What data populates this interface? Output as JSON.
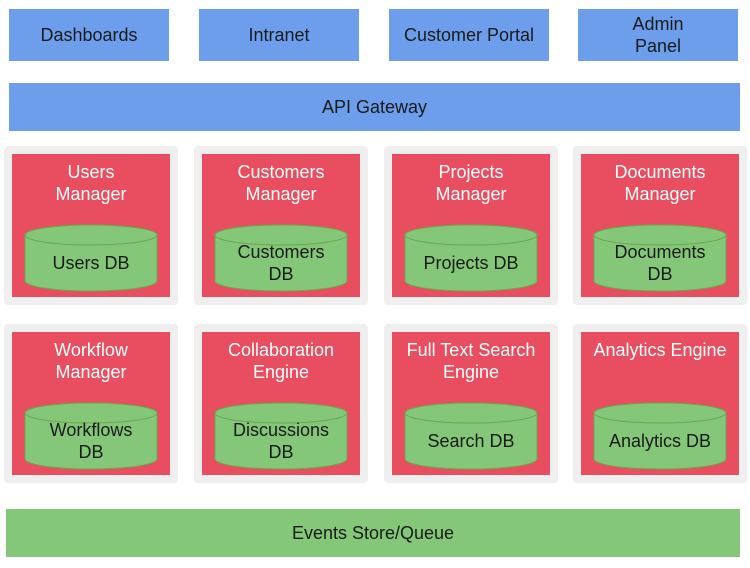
{
  "clients": [
    {
      "label": "Dashboards"
    },
    {
      "label": "Intranet"
    },
    {
      "label": "Customer Portal"
    },
    {
      "label": "Admin\nPanel"
    }
  ],
  "gateway": {
    "label": "API Gateway"
  },
  "services": [
    {
      "title": "Users\nManager",
      "db": "Users DB"
    },
    {
      "title": "Customers\nManager",
      "db": "Customers\nDB"
    },
    {
      "title": "Projects\nManager",
      "db": "Projects DB"
    },
    {
      "title": "Documents\nManager",
      "db": "Documents\nDB"
    },
    {
      "title": "Workflow\nManager",
      "db": "Workflows\nDB"
    },
    {
      "title": "Collaboration\nEngine",
      "db": "Discussions\nDB"
    },
    {
      "title": "Full Text Search\nEngine",
      "db": "Search DB"
    },
    {
      "title": "Analytics Engine",
      "db": "Analytics DB"
    }
  ],
  "events": {
    "label": "Events Store/Queue"
  },
  "colors": {
    "client_fill": "#6d9eeb",
    "service_fill": "#e84e5f",
    "service_frame": "#efefef",
    "db_fill": "#85c779",
    "db_outline": "#6aa84f",
    "events_fill": "#85c779"
  }
}
